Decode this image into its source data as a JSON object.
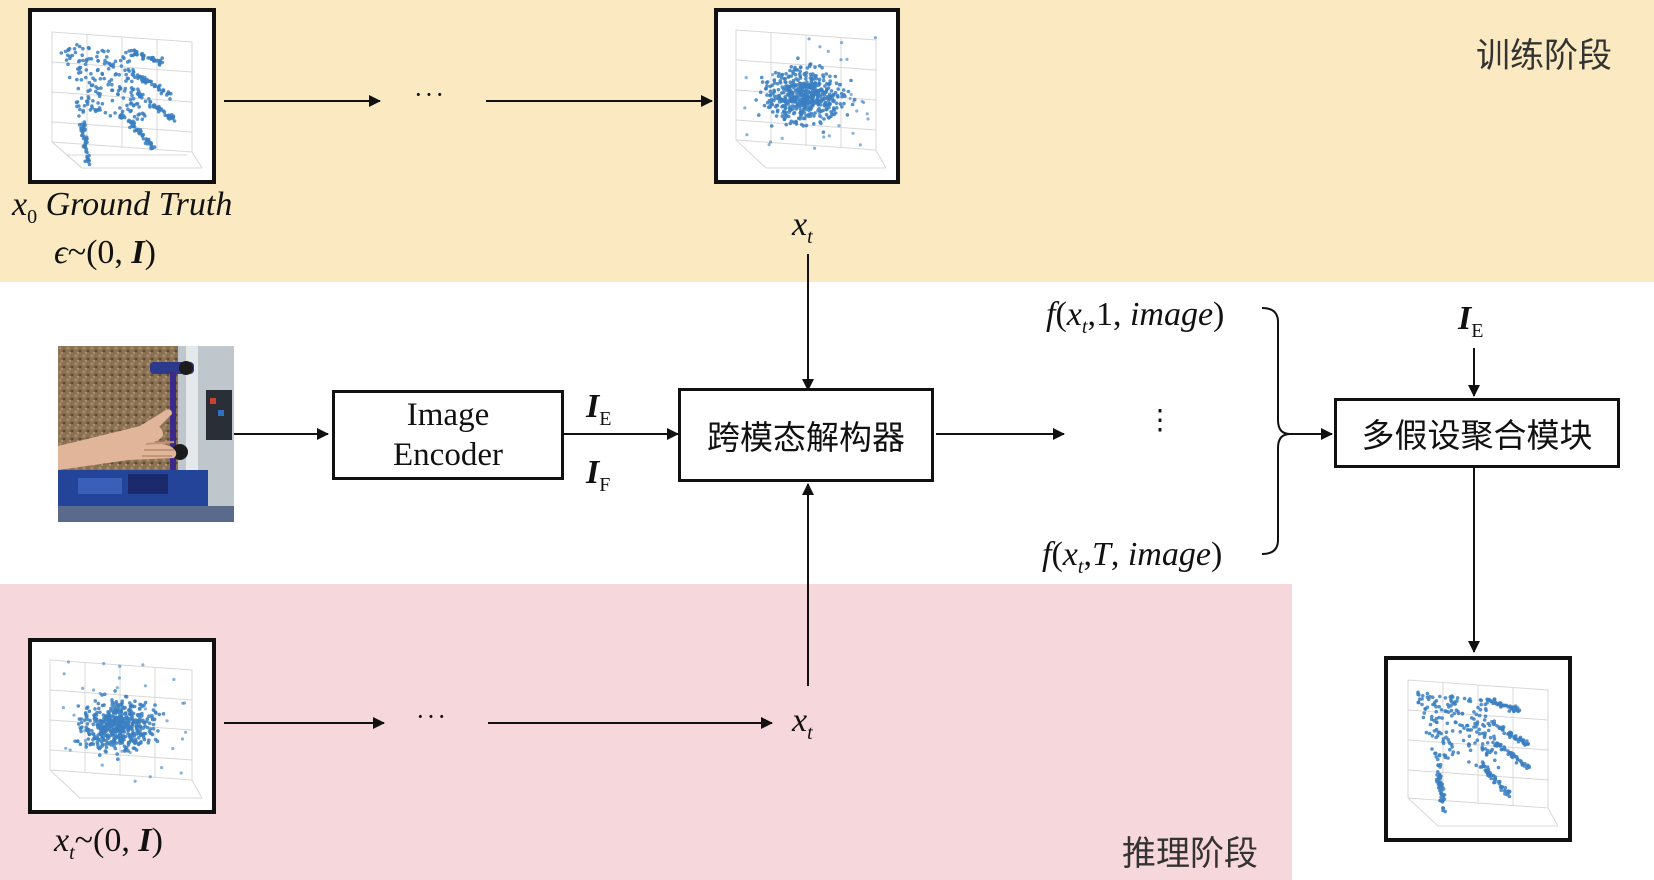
{
  "stages": {
    "train": "训练阶段",
    "infer": "推理阶段"
  },
  "train": {
    "gt_var": "x",
    "gt_sub": "0",
    "gt_text": " Ground Truth",
    "noise_eps": "ϵ",
    "noise_rest": "~(0, ",
    "noise_I": "I",
    "noise_close": ")",
    "ellipsis": "···",
    "xt_var": "x",
    "xt_sub": "t"
  },
  "encoder": {
    "line1": "Image",
    "line2": "Encoder"
  },
  "features": {
    "ie_var": "I",
    "ie_sub": "E",
    "if_var": "I",
    "if_sub": "F"
  },
  "decoder": {
    "label": "跨模态解构器"
  },
  "outputs": {
    "f1_f": "f",
    "f1_open": "(",
    "f1_x": "x",
    "f1_sub": "t",
    "f1_mid": ",1, ",
    "f1_img": "image",
    "f1_close": ")",
    "fT_f": "f",
    "fT_open": "(",
    "fT_x": "x",
    "fT_sub": "t",
    "fT_comma": ",",
    "fT_T": "T",
    "fT_mid": ", ",
    "fT_img": "image",
    "fT_close": ")",
    "vdots": "⋮"
  },
  "aggregator": {
    "label": "多假设聚合模块",
    "ie_var": "I",
    "ie_sub": "E"
  },
  "infer": {
    "noise_var": "x",
    "noise_sub": "t",
    "noise_rest": "~(0, ",
    "noise_I": "I",
    "noise_close": ")",
    "ellipsis": "···",
    "xt_var": "x",
    "xt_sub": "t"
  },
  "colors": {
    "train_band": "#fbeac1",
    "infer_band": "#f6d8dc",
    "point": "#3a7fc1",
    "grid": "#d8d8d8"
  },
  "icons": [
    "hand-pointcloud-icon",
    "noise-pointcloud-icon",
    "hand-photo-icon"
  ]
}
